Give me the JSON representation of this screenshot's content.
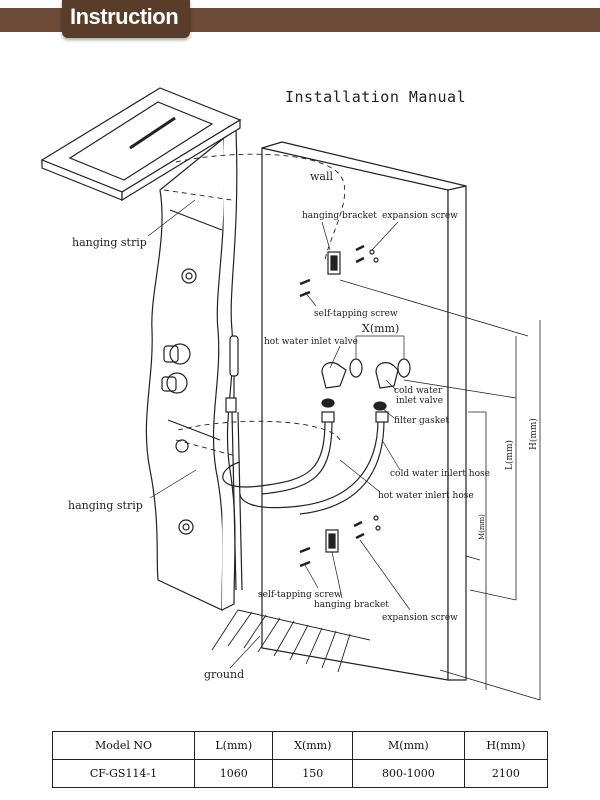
{
  "header": {
    "title": "Instruction"
  },
  "manual_title": "Installation Manual",
  "labels": {
    "wall": "wall",
    "hanging_bracket": "hanging bracket",
    "expansion_screw": "expansion screw",
    "self_tapping_screw": "self-tapping screw",
    "hot_water_inlet_valve": "hot water inlet valve",
    "x_mm": "X(mm)",
    "cold_water_inlet_valve_1": "cold water",
    "cold_water_inlet_valve_2": "inlet valve",
    "filter_gasket": "filter gasket",
    "cold_water_inlet_hose": "cold water inlert hose",
    "hot_water_inlet_hose": "hot water inlert hose",
    "hanging_strip_top": "hanging strip",
    "hanging_strip_bottom": "hanging strip",
    "self_tapping_screw_bottom": "self-tapping screw",
    "hanging_bracket_bottom": "hanging bracket",
    "expansion_screw_bottom": "expansion screw",
    "ground": "ground",
    "l_mm": "L(mm)",
    "h_mm": "H(mm)",
    "m_mm": "M(mm)"
  },
  "spec_table": {
    "headers": [
      "Model NO",
      "L(mm)",
      "X(mm)",
      "M(mm)",
      "H(mm)"
    ],
    "rows": [
      [
        "CF-GS114-1",
        "1060",
        "150",
        "800-1000",
        "2100"
      ]
    ]
  }
}
